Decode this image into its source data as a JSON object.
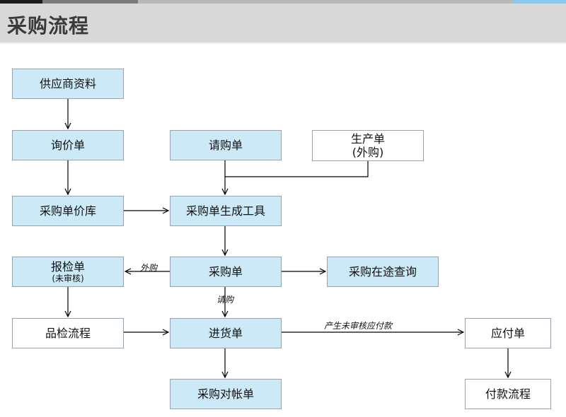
{
  "header": {
    "title": "采购流程"
  },
  "colors": {
    "node_fill": "#cce9f8",
    "node_border": "#9aa3ab",
    "header_bg": "#d8d8d8",
    "arrow": "#000000"
  },
  "nodes": {
    "supplier_info": {
      "label": "供应商资料"
    },
    "inquiry": {
      "label": "询价单"
    },
    "purchase_request": {
      "label": "请购单"
    },
    "production_order": {
      "label": "生产单",
      "sub": "(外购)"
    },
    "purchase_price_list": {
      "label": "采购单价库"
    },
    "po_generator": {
      "label": "采购单生成工具"
    },
    "inspection_report": {
      "label": "报检单",
      "sub": "(未审核)"
    },
    "purchase_order": {
      "label": "采购单"
    },
    "in_transit_query": {
      "label": "采购在途查询"
    },
    "quality_inspection": {
      "label": "品检流程"
    },
    "goods_receipt": {
      "label": "进货单"
    },
    "payable": {
      "label": "应付单"
    },
    "reconciliation": {
      "label": "采购对帐单"
    },
    "payment_process": {
      "label": "付款流程"
    }
  },
  "edge_labels": {
    "outsourced": "外购",
    "requisition": "请购",
    "unaudited_payable": "产生未审核应付款"
  }
}
